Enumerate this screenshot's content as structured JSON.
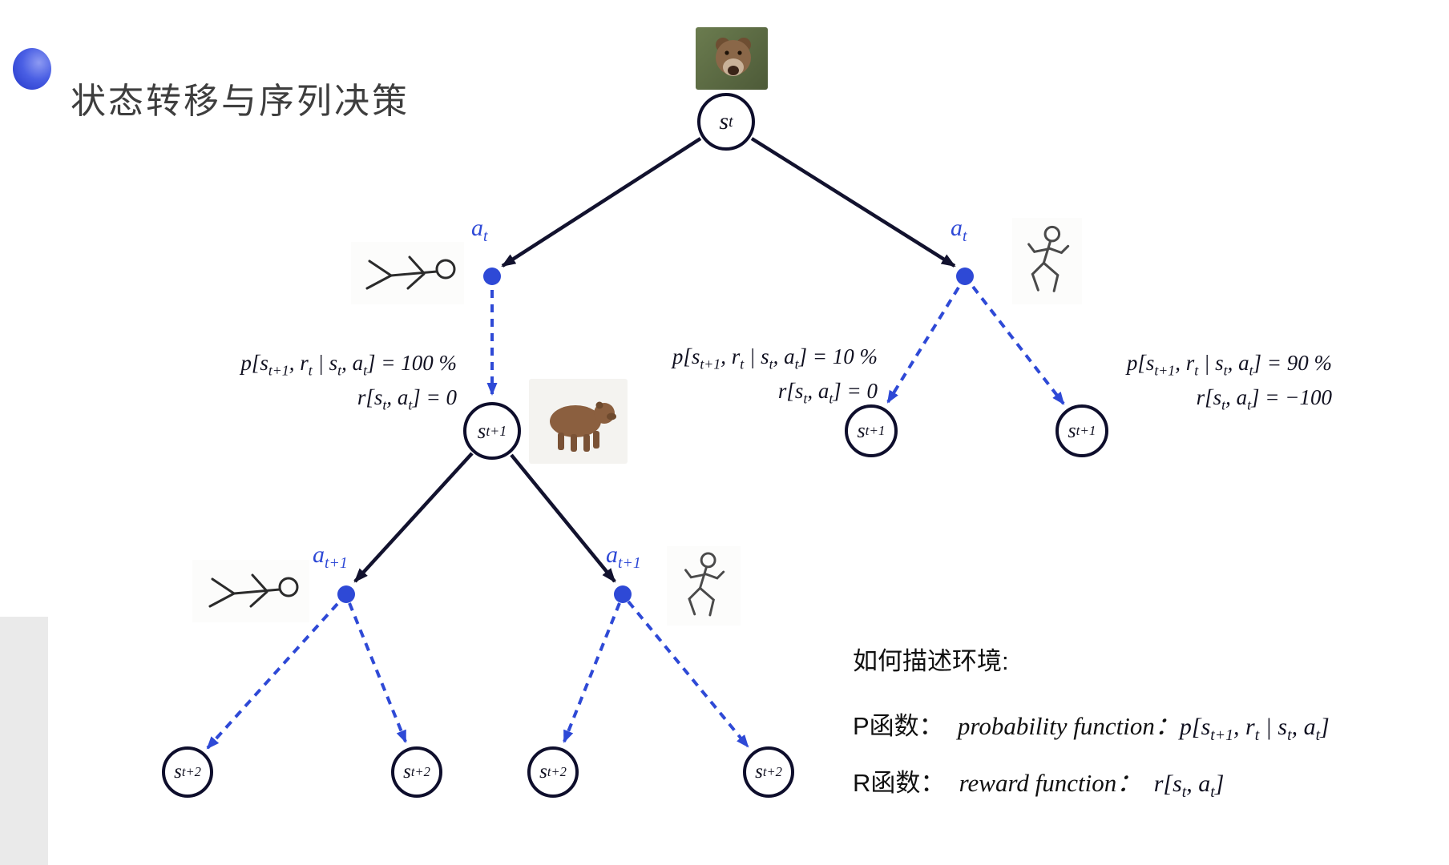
{
  "title": "状态转移与序列决策",
  "colors": {
    "action_blue": "#2e49d6",
    "node_ink": "#0e0e2c"
  },
  "nodes": {
    "state_t": "s_{t}",
    "state_t1": "s_{t+1}",
    "state_t2": "s_{t+2}",
    "action_t": "a_{t}",
    "action_t1": "a_{t+1}"
  },
  "equations": {
    "left_p": "p[s_{t+1}, r_{t} | s_{t}, a_{t}] = 100 %",
    "left_r": "r[s_{t}, a_{t}] = 0",
    "mid_p": "p[s_{t+1}, r_{t} | s_{t}, a_{t}] = 10 %",
    "mid_r": "r[s_{t}, a_{t}] = 0",
    "right_p": "p[s_{t+1}, r_{t} | s_{t}, a_{t}] = 90 %",
    "right_r": "r[s_{t}, a_{t}] = −100"
  },
  "legend": {
    "heading": "如何描述环境:",
    "p_prefix": "P函数：  ",
    "p_name": "probability function：",
    "p_formula": "p[s_{t+1}, r_{t} | s_{t}, a_{t}]",
    "r_prefix": "R函数：  ",
    "r_name": "reward function：  ",
    "r_formula": "r[s_{t}, a_{t}]"
  },
  "icons": {
    "roaring_bear": "roaring-bear-photo",
    "walking_bear": "walking-bear-photo",
    "dead_person": "dead-person-sketch",
    "running_person": "running-person-sketch"
  }
}
